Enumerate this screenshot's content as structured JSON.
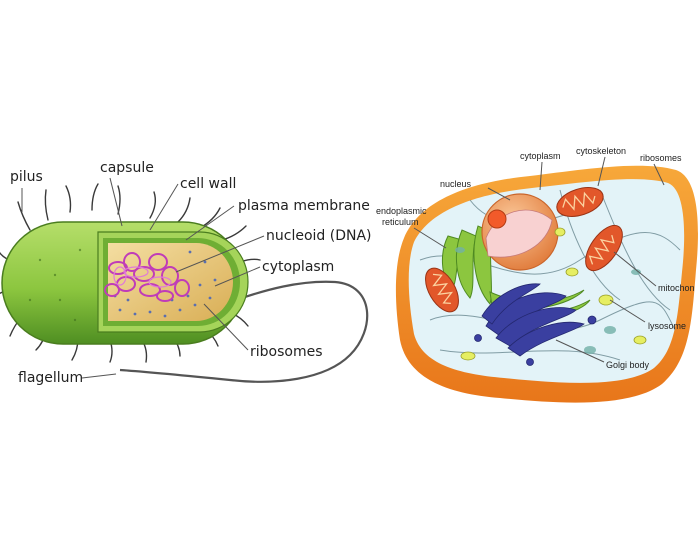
{
  "prokaryote": {
    "labels": {
      "pilus": "pilus",
      "capsule": "capsule",
      "cell_wall": "cell wall",
      "plasma_membrane": "plasma membrane",
      "nucleoid": "nucleoid (DNA)",
      "cytoplasm": "cytoplasm",
      "ribosomes": "ribosomes",
      "flagellum": "flagellum"
    }
  },
  "eukaryote": {
    "labels": {
      "cytoplasm": "cytoplasm",
      "cytoskeleton": "cytoskeleton",
      "ribosomes": "ribosomes",
      "nucleus": "nucleus",
      "er_line1": "endoplasmic",
      "er_line2": "reticulum",
      "mitochondria": "mitochon",
      "lysosome": "lysosome",
      "golgi": "Golgi body"
    }
  },
  "colors": {
    "prok_body": "#8cc63f",
    "prok_body_dark": "#5a9a2a",
    "prok_cytoplasm": "#e8c77a",
    "prok_dna": "#c03cb8",
    "euk_membrane": "#f08c1e",
    "euk_cytoplasm": "#dff2f7",
    "euk_nucleus": "#f4a46a",
    "euk_golgi": "#3a3fa0",
    "euk_er": "#8cc63f",
    "euk_mito": "#e2572a"
  }
}
